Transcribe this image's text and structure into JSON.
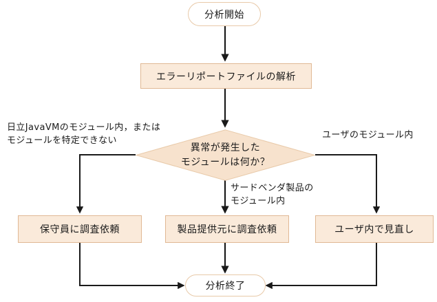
{
  "diagram": {
    "type": "flowchart",
    "title_text": "",
    "colors": {
      "process_fill": "#faeada",
      "process_border": "#e0b894",
      "terminator_fill": "#ffffff",
      "terminator_border": "#e8c9a8",
      "decision_fill": "#f7e2cd",
      "decision_border": "#e8c9a8",
      "edge": "#1a1a1a",
      "text": "#1a1a1a",
      "background": "#ffffff"
    },
    "nodes": {
      "start": {
        "label": "分析開始",
        "shape": "terminator"
      },
      "parse_report": {
        "label": "エラーリポートファイルの解析",
        "shape": "process"
      },
      "decision": {
        "shape": "decision",
        "line1": "異常が発生した",
        "line2": "モジュールは何か？"
      },
      "maintainer": {
        "label": "保守員に調査依頼",
        "shape": "process"
      },
      "vendor": {
        "label": "製品提供元に調査依頼",
        "shape": "process"
      },
      "user_review": {
        "label": "ユーザ内で見直し",
        "shape": "process"
      },
      "end": {
        "label": "分析終了",
        "shape": "terminator"
      }
    },
    "edge_labels": {
      "left": {
        "line1": "日立JavaVMのモジュール内，または",
        "line2": "モジュールを特定できない"
      },
      "center": {
        "line1": "サードベンダ製品の",
        "line2": "モジュール内"
      },
      "right": {
        "line1": "ユーザのモジュール内"
      }
    }
  }
}
